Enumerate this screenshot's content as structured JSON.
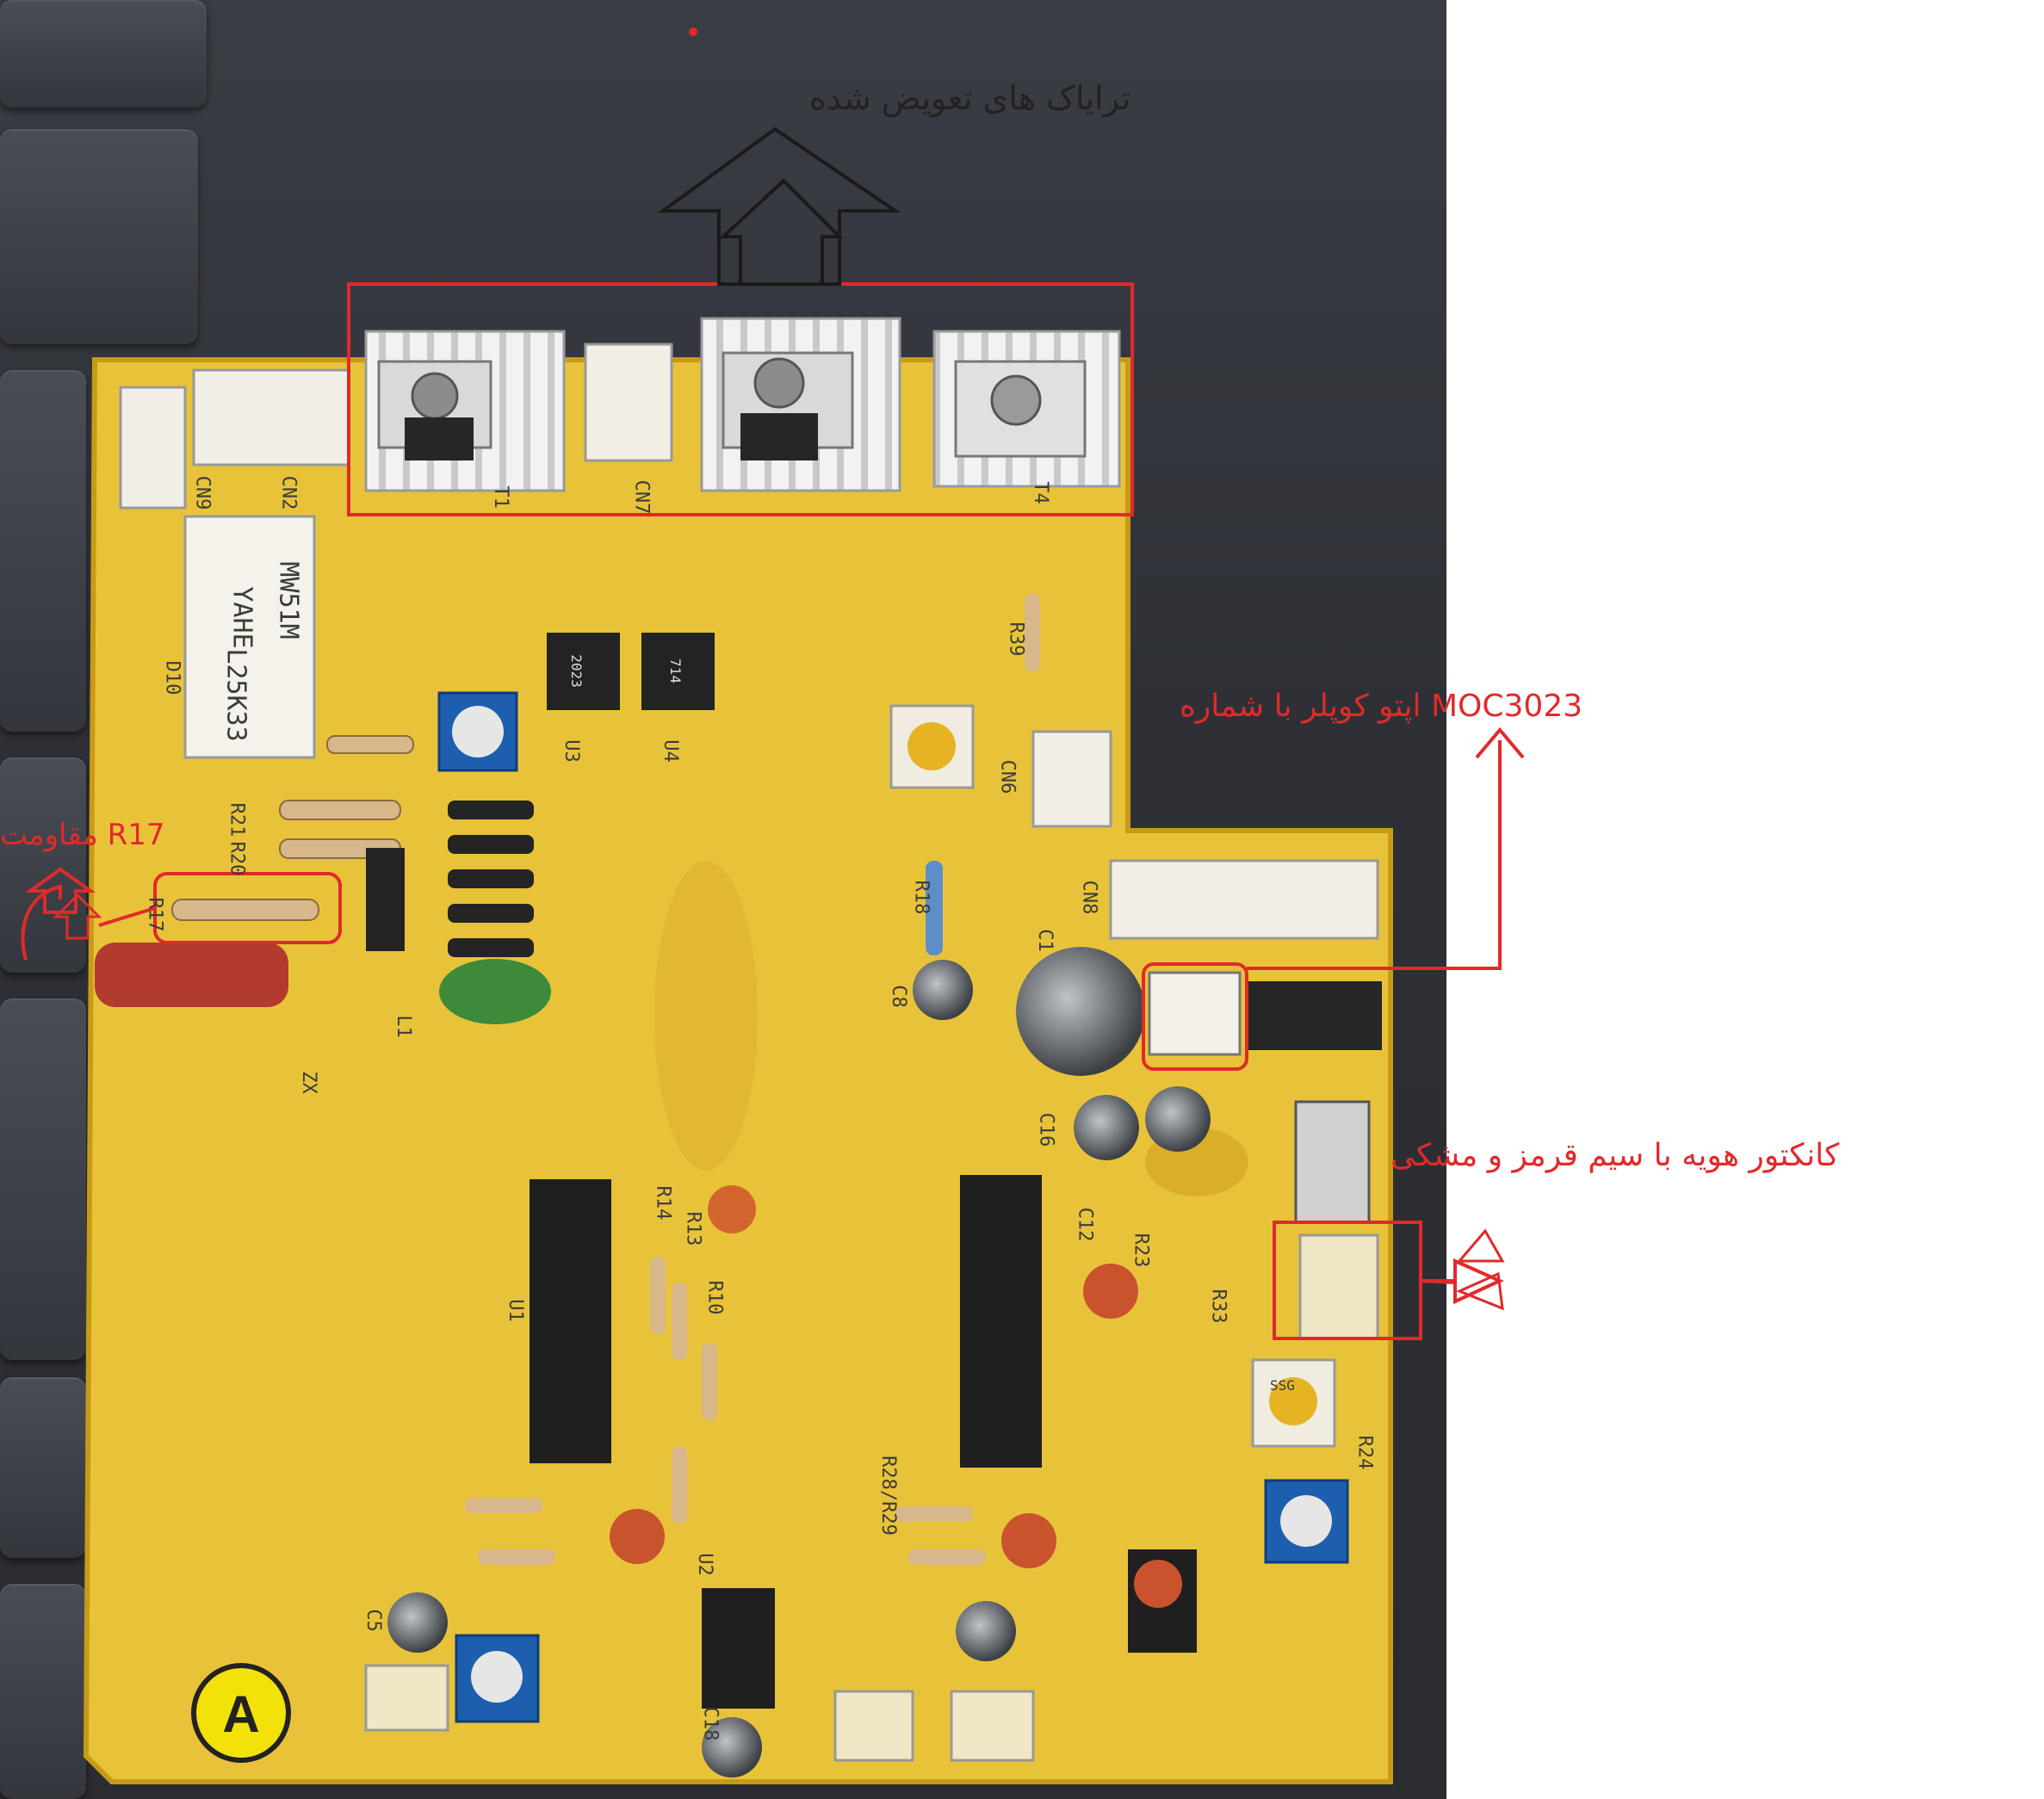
{
  "annotations": {
    "triacs_replaced": "ترایاک های تعویض شده",
    "optocoupler": "MOC3023 اپتو کوپلر با شماره",
    "resistor": "R17 مقاومت",
    "fan_connector": "کانکتور هویه با سیم قرمز و مشکی"
  },
  "silkscreen": {
    "ic_u1": "U1",
    "ic_u2": "U2",
    "cap_c8": "C8",
    "cap_c12": "C12",
    "cap_c18": "C18",
    "cap_c16": "C16",
    "cap_c5": "C5",
    "cap_c1": "C1",
    "connector_cn8": "CN8",
    "connector_cn6": "CN6",
    "connector_cn9": "CN9",
    "connector_cn7": "CN7",
    "connector_cn2": "CN2",
    "relay_text": "MW51M",
    "relay_text2": "YAHE",
    "relay_text3": "L25K33",
    "opto_u3": "U3",
    "opto_u4": "U4",
    "opto_mark": "2023",
    "opto_mark2": "714",
    "triac_t1": "T1",
    "triac_t4": "T4",
    "r17": "R17",
    "r20": "R20",
    "r21": "R21",
    "r39": "R39",
    "r33": "R33",
    "r23": "R23",
    "r24": "R24",
    "r13": "R13",
    "r10": "R10",
    "r14": "R14",
    "r18": "R18",
    "d10": "D10",
    "l1": "L1",
    "zx": "ZX",
    "ssg": "SSG",
    "r28r29": "R28/R29",
    "a_badge": "A"
  },
  "colors": {
    "pcb_yellow": "#e8c33a",
    "pcb_edge": "#d9ad24",
    "annotation_red": "#e02a2a",
    "heatsink": "#ededee",
    "chip": "#232323"
  },
  "icons": {
    "arrow_up": "outline-arrow-up",
    "arrow_right": "outline-arrow-right",
    "arrow_left": "outline-arrow-left"
  }
}
